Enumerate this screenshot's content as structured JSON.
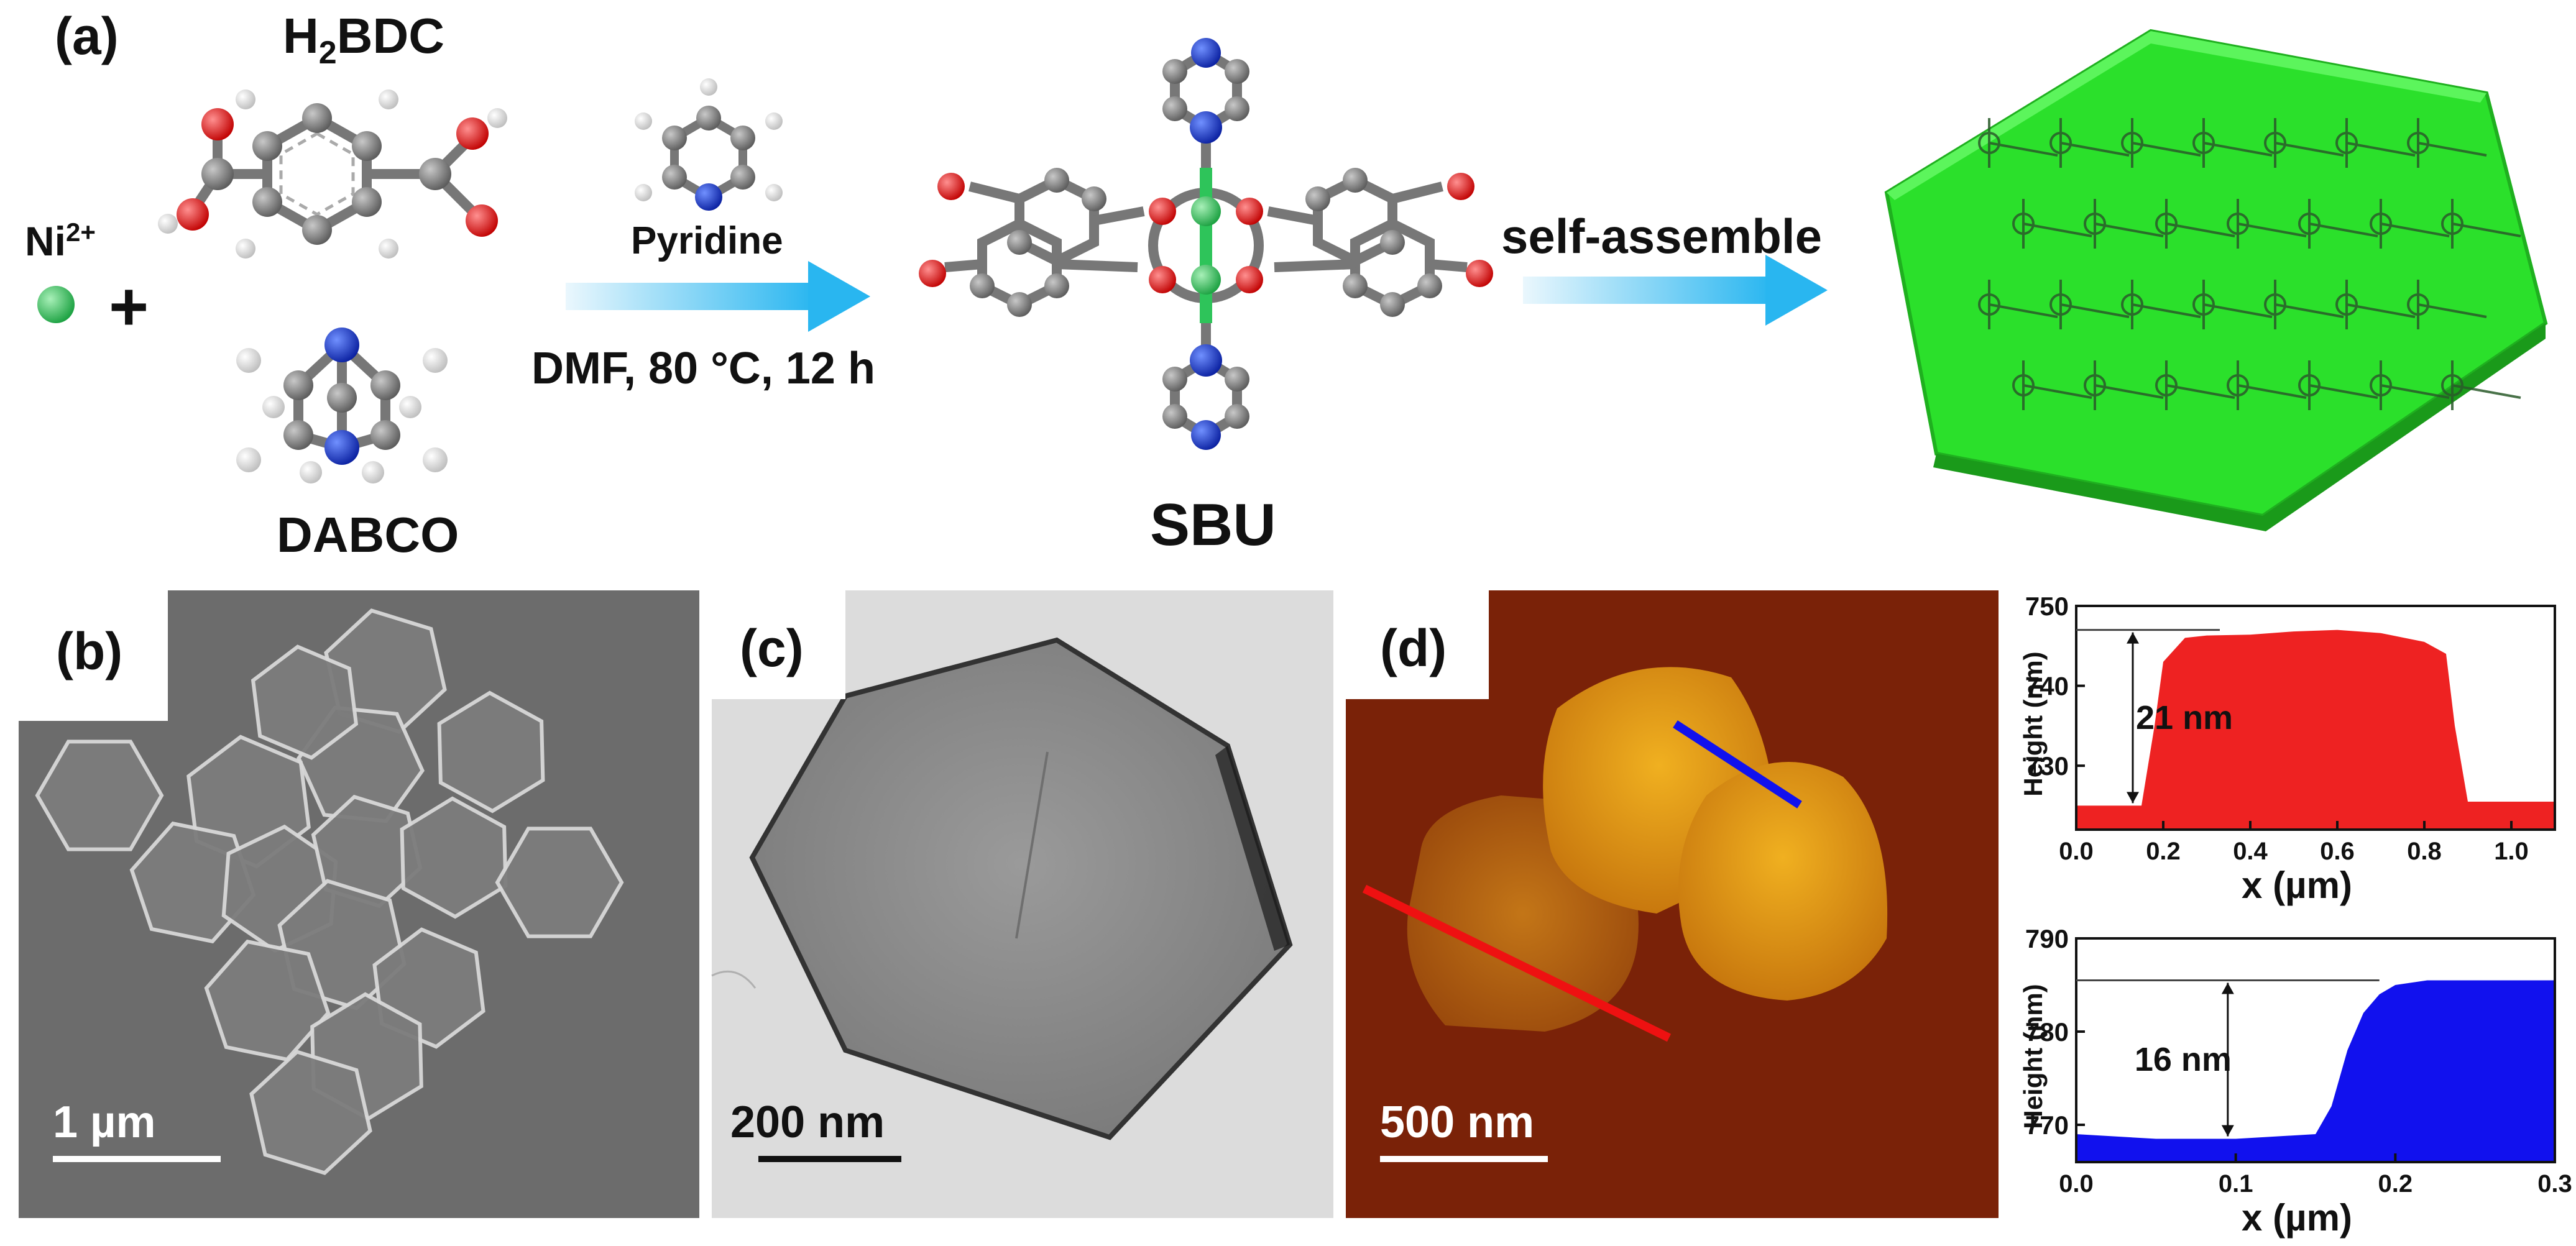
{
  "panel_a": {
    "label": "(a)",
    "h2bdc": {
      "main": "H",
      "sub": "2",
      "rest": "BDC"
    },
    "ni": {
      "main": "Ni",
      "sup": "2+"
    },
    "plus": "+",
    "dabco": "DABCO",
    "pyridine": "Pyridine",
    "conditions": "DMF, 80 °C, 12 h",
    "sbu": "SBU",
    "self_assemble": "self-assemble"
  },
  "panel_b": {
    "label": "(b)",
    "scale": "1 µm"
  },
  "panel_c": {
    "label": "(c)",
    "scale": "200 nm"
  },
  "panel_d": {
    "label": "(d)",
    "scale": "500 nm"
  },
  "colors": {
    "ni": "#2ec45a",
    "oxygen": "#e02020",
    "carbon": "#8a8a8a",
    "nitrogen": "#1a3cc8",
    "hydrogen": "#ffffff",
    "arrow": "#29b6f0",
    "framework": "#33ee33",
    "afm_bg": "#7a2208",
    "afm_flake": "#e7a010",
    "profile_red": "#ee2222",
    "profile_blue": "#1111ee"
  },
  "chart_data": [
    {
      "type": "area",
      "ylabel": "Height (nm)",
      "xlabel": "x (µm)",
      "xlim": [
        0.0,
        1.1
      ],
      "ylim": [
        722,
        750
      ],
      "xticks": [
        "0.0",
        "0.2",
        "0.4",
        "0.6",
        "0.8",
        "1.0"
      ],
      "yticks": [
        "730",
        "740",
        "750"
      ],
      "annotation": "21 nm",
      "color": "#ee2222",
      "x": [
        0.0,
        0.15,
        0.18,
        0.2,
        0.25,
        0.3,
        0.4,
        0.5,
        0.6,
        0.7,
        0.8,
        0.85,
        0.87,
        0.9,
        1.0,
        1.1
      ],
      "y": [
        725,
        725,
        735,
        743,
        746,
        746.3,
        746.4,
        746.8,
        747.0,
        746.6,
        745.5,
        744,
        735,
        725.5,
        725.5,
        725.5
      ]
    },
    {
      "type": "area",
      "ylabel": "Height (nm)",
      "xlabel": "x (µm)",
      "xlim": [
        0.0,
        0.3
      ],
      "ylim": [
        766,
        790
      ],
      "xticks": [
        "0.0",
        "0.1",
        "0.2",
        "0.3"
      ],
      "yticks": [
        "770",
        "780",
        "790"
      ],
      "annotation": "16 nm",
      "color": "#1111ee",
      "x": [
        0.0,
        0.05,
        0.1,
        0.15,
        0.16,
        0.17,
        0.18,
        0.19,
        0.2,
        0.22,
        0.25,
        0.3
      ],
      "y": [
        769,
        768.5,
        768.5,
        769,
        772,
        778,
        782,
        784,
        785,
        785.5,
        785.5,
        785.5
      ]
    }
  ]
}
